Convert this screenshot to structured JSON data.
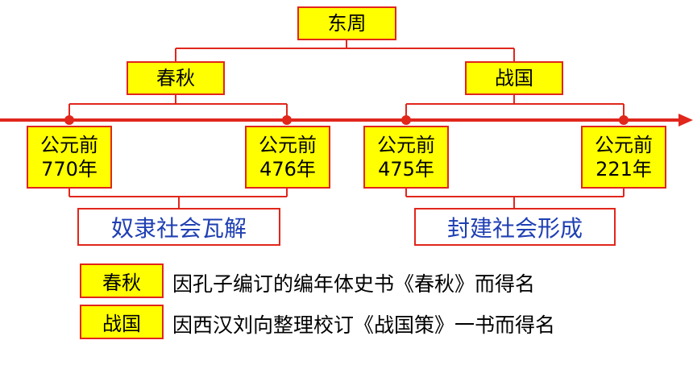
{
  "colors": {
    "timeline": "#e1261c",
    "box_fill": "#ffff00",
    "phase_text": "#1f3fb3"
  },
  "top": {
    "label": "东周"
  },
  "periods": [
    {
      "label": "春秋"
    },
    {
      "label": "战国"
    }
  ],
  "dates": [
    {
      "line1": "公元前",
      "line2": "770年"
    },
    {
      "line1": "公元前",
      "line2": "476年"
    },
    {
      "line1": "公元前",
      "line2": "475年"
    },
    {
      "line1": "公元前",
      "line2": "221年"
    }
  ],
  "phases": [
    {
      "label": "奴隶社会瓦解"
    },
    {
      "label": "封建社会形成"
    }
  ],
  "notes": [
    {
      "label": "春秋",
      "text": "因孔子编订的编年体史书《春秋》而得名"
    },
    {
      "label": "战国",
      "text": "因西汉刘向整理校订《战国策》一书而得名"
    }
  ]
}
